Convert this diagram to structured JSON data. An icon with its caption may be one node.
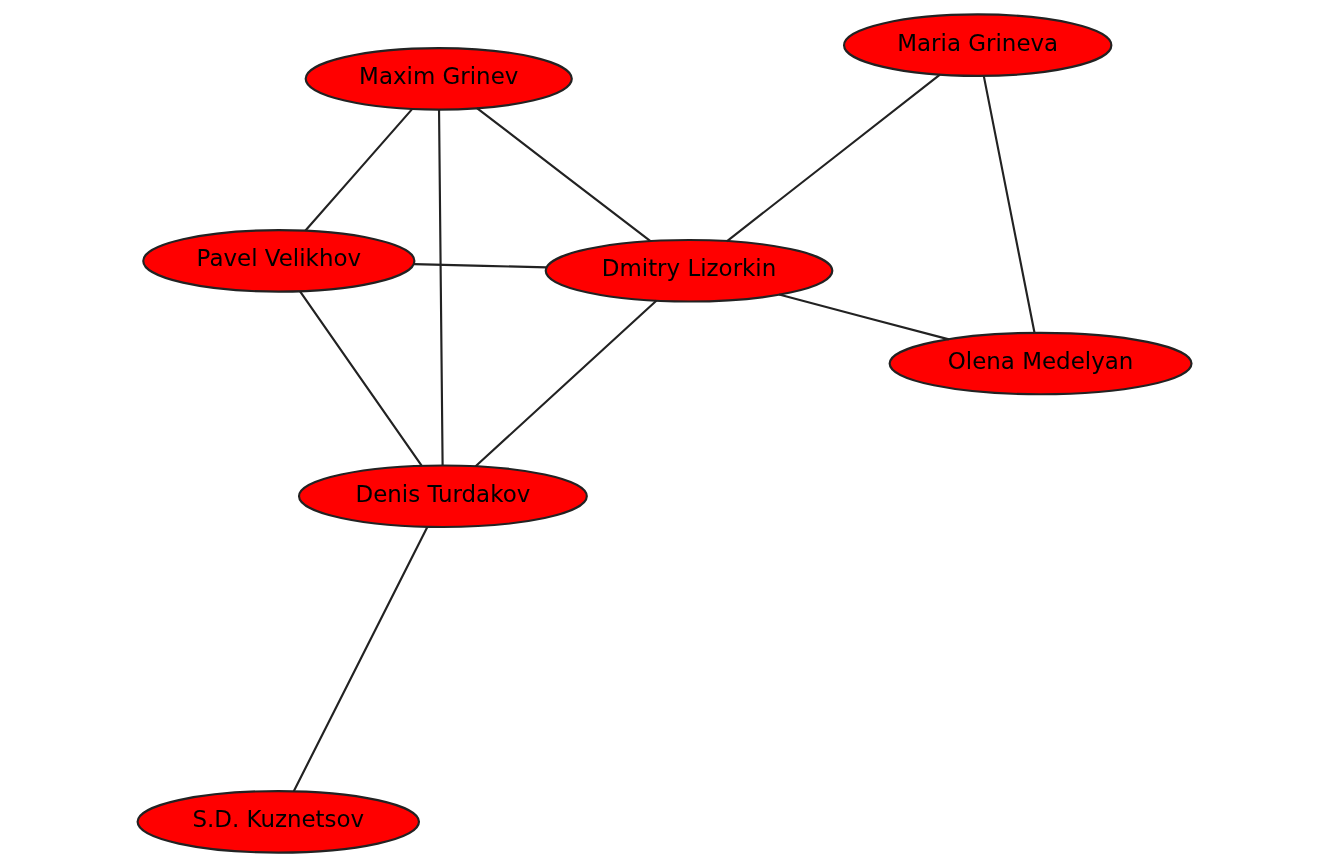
{
  "diagram": {
    "nodes": [
      {
        "text": [
          "S.D. Kuznetsov"
        ]
      },
      {
        "text": [
          "Olena Medelyan"
        ]
      },
      {
        "text": [
          "Denis Turdakov"
        ]
      },
      {
        "text": [
          "Dmitry Lizorkin"
        ]
      },
      {
        "text": [
          "Maria Grineva"
        ]
      },
      {
        "text": [
          "Maxim Grinev"
        ]
      },
      {
        "text": [
          "Pavel Velikhov"
        ]
      }
    ],
    "edges": [
      {
        "from": 0,
        "to": 2,
        "arrow": "none"
      },
      {
        "from": 2,
        "to": 3,
        "arrow": "none"
      },
      {
        "from": 2,
        "to": 5,
        "arrow": "none"
      },
      {
        "from": 2,
        "to": 6,
        "arrow": "none"
      },
      {
        "from": 3,
        "to": 1,
        "arrow": "none"
      },
      {
        "from": 1,
        "to": 4,
        "arrow": "none"
      },
      {
        "from": 3,
        "to": 4,
        "arrow": "none"
      },
      {
        "from": 3,
        "to": 5,
        "arrow": "none"
      },
      {
        "from": 3,
        "to": 6,
        "arrow": "none"
      },
      {
        "from": 5,
        "to": 6,
        "arrow": "none"
      }
    ]
  }
}
